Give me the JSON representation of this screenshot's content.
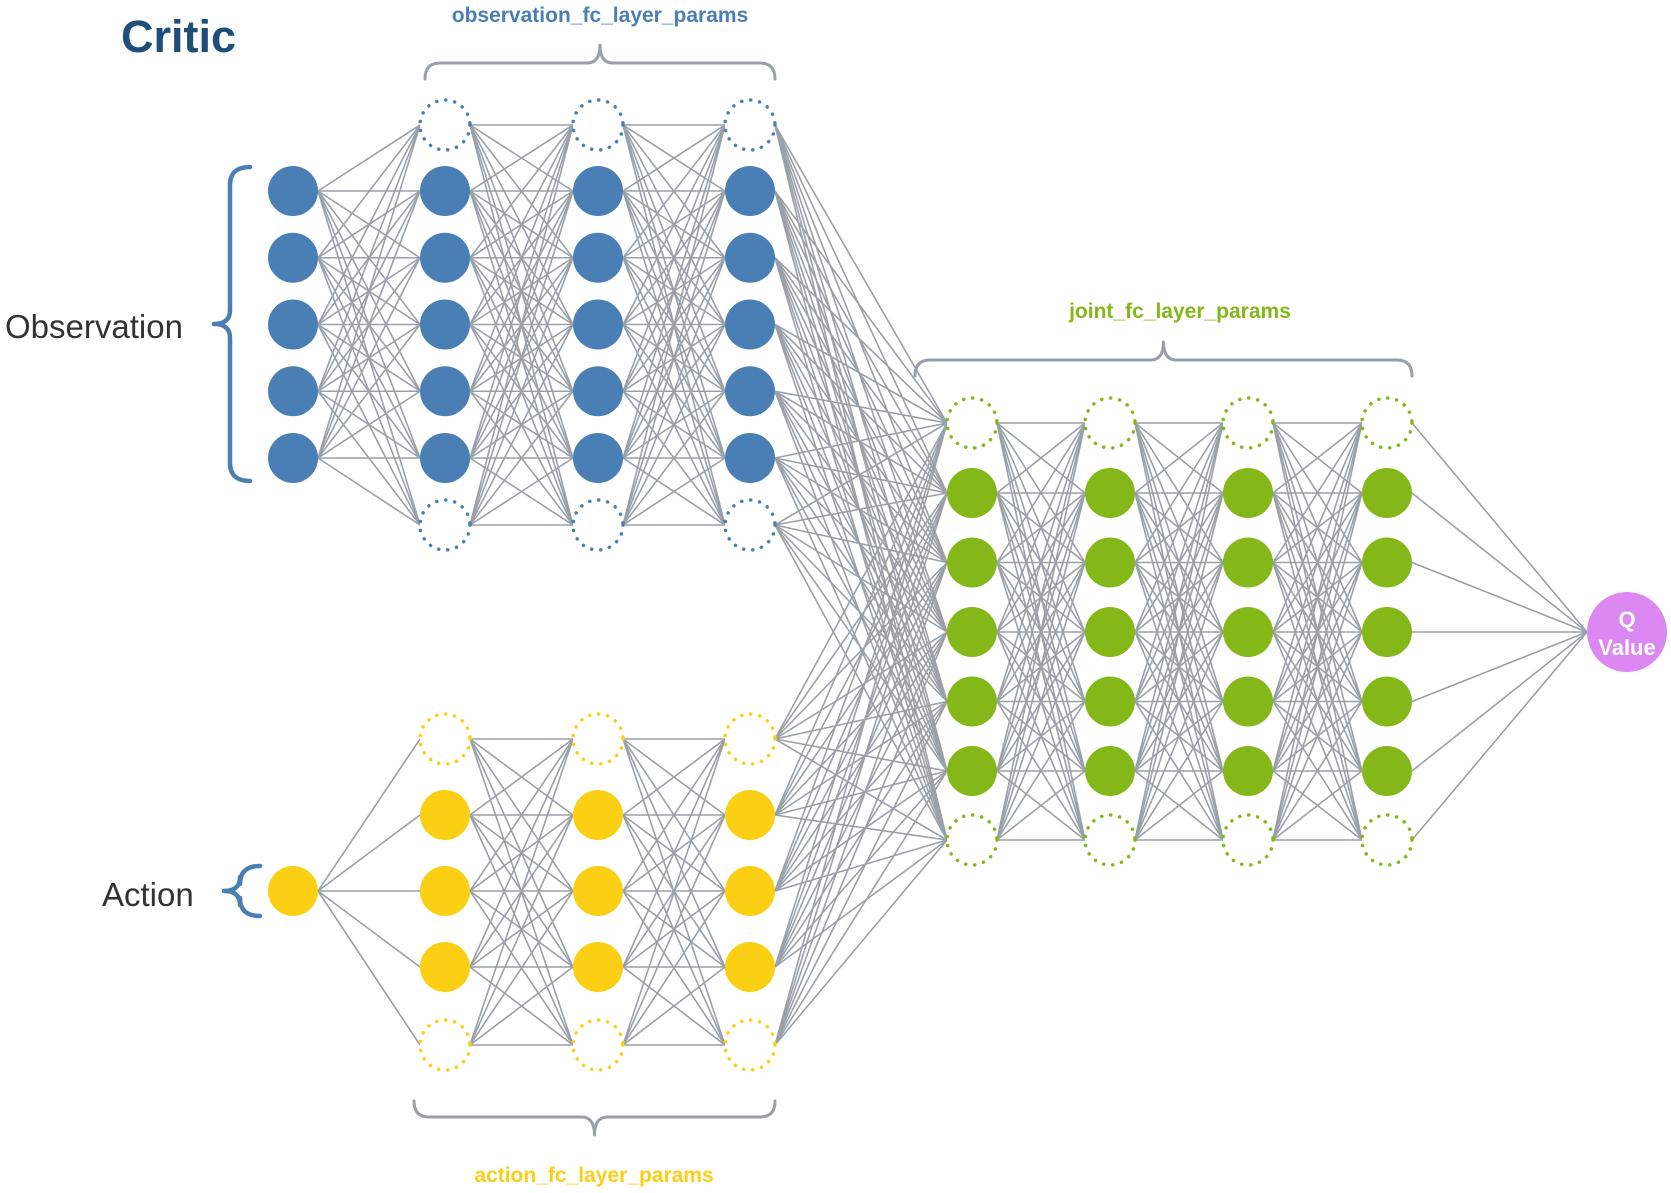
{
  "title": "Critic",
  "labels": {
    "observation": "Observation",
    "action": "Action",
    "observation_params": "observation_fc_layer_params",
    "action_params": "action_fc_layer_params",
    "joint_params": "joint_fc_layer_params",
    "output_line1": "Q",
    "output_line2": "Value"
  },
  "colors": {
    "title": "#1f4e79",
    "observation": "#4a7fb5",
    "action": "#fbcf14",
    "joint": "#84b718",
    "output": "#dc88f2",
    "edge": "#9aa0a8",
    "text": "#333333"
  },
  "structure": {
    "observation_input_nodes": 5,
    "observation_hidden_layers": 3,
    "observation_hidden_solid_nodes": 5,
    "action_input_nodes": 1,
    "action_hidden_layers": 3,
    "action_hidden_solid_nodes": 3,
    "joint_hidden_layers": 4,
    "joint_hidden_solid_nodes": 5,
    "output_nodes": 1
  }
}
